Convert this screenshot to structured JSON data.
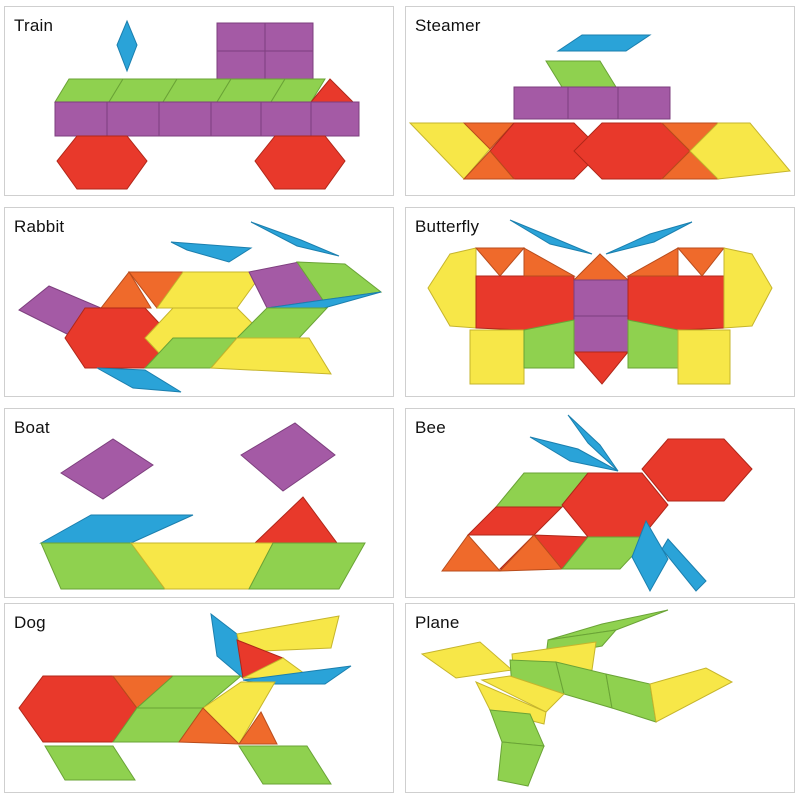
{
  "panels": [
    {
      "label": "Train"
    },
    {
      "label": "Steamer"
    },
    {
      "label": "Rabbit"
    },
    {
      "label": "Butterfly"
    },
    {
      "label": "Boat"
    },
    {
      "label": "Bee"
    },
    {
      "label": "Dog"
    },
    {
      "label": "Plane"
    }
  ],
  "colors": {
    "red": "#e8392b",
    "yellow": "#f7e748",
    "green": "#8fd14f",
    "purple": "#a45aa5",
    "blue": "#2aa3d8",
    "orange": "#ef6a2b",
    "border": "#cfcfcf"
  }
}
